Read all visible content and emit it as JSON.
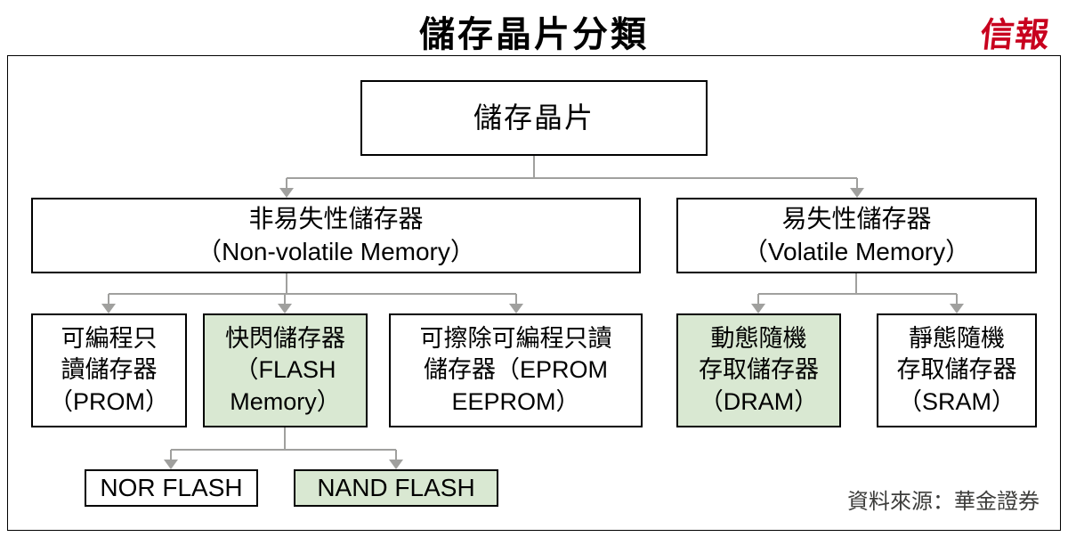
{
  "title": "儲存晶片分類",
  "logo": "信報",
  "source": "資料來源：華金證券",
  "colors": {
    "highlight_green": "#d9e8d2",
    "connector_gray": "#a0a09e",
    "logo_red": "#c8001e",
    "box_border": "#000000"
  },
  "nodes": {
    "root": {
      "lines": [
        "儲存晶片"
      ]
    },
    "nonvolatile": {
      "lines": [
        "非易失性儲存器",
        "（Non-volatile Memory）"
      ]
    },
    "volatile": {
      "lines": [
        "易失性儲存器",
        "（Volatile Memory）"
      ]
    },
    "prom": {
      "lines": [
        "可編程只",
        "讀儲存器",
        "（PROM）"
      ]
    },
    "flash": {
      "lines": [
        "快閃儲存器",
        "（FLASH",
        "Memory）"
      ]
    },
    "eprom": {
      "lines": [
        "可擦除可編程只讀",
        "儲存器（EPROM",
        "EEPROM）"
      ]
    },
    "dram": {
      "lines": [
        "動態隨機",
        "存取儲存器",
        "（DRAM）"
      ]
    },
    "sram": {
      "lines": [
        "靜態隨機",
        "存取儲存器",
        "（SRAM）"
      ]
    },
    "nor": {
      "lines": [
        "NOR FLASH"
      ]
    },
    "nand": {
      "lines": [
        "NAND FLASH"
      ]
    }
  }
}
